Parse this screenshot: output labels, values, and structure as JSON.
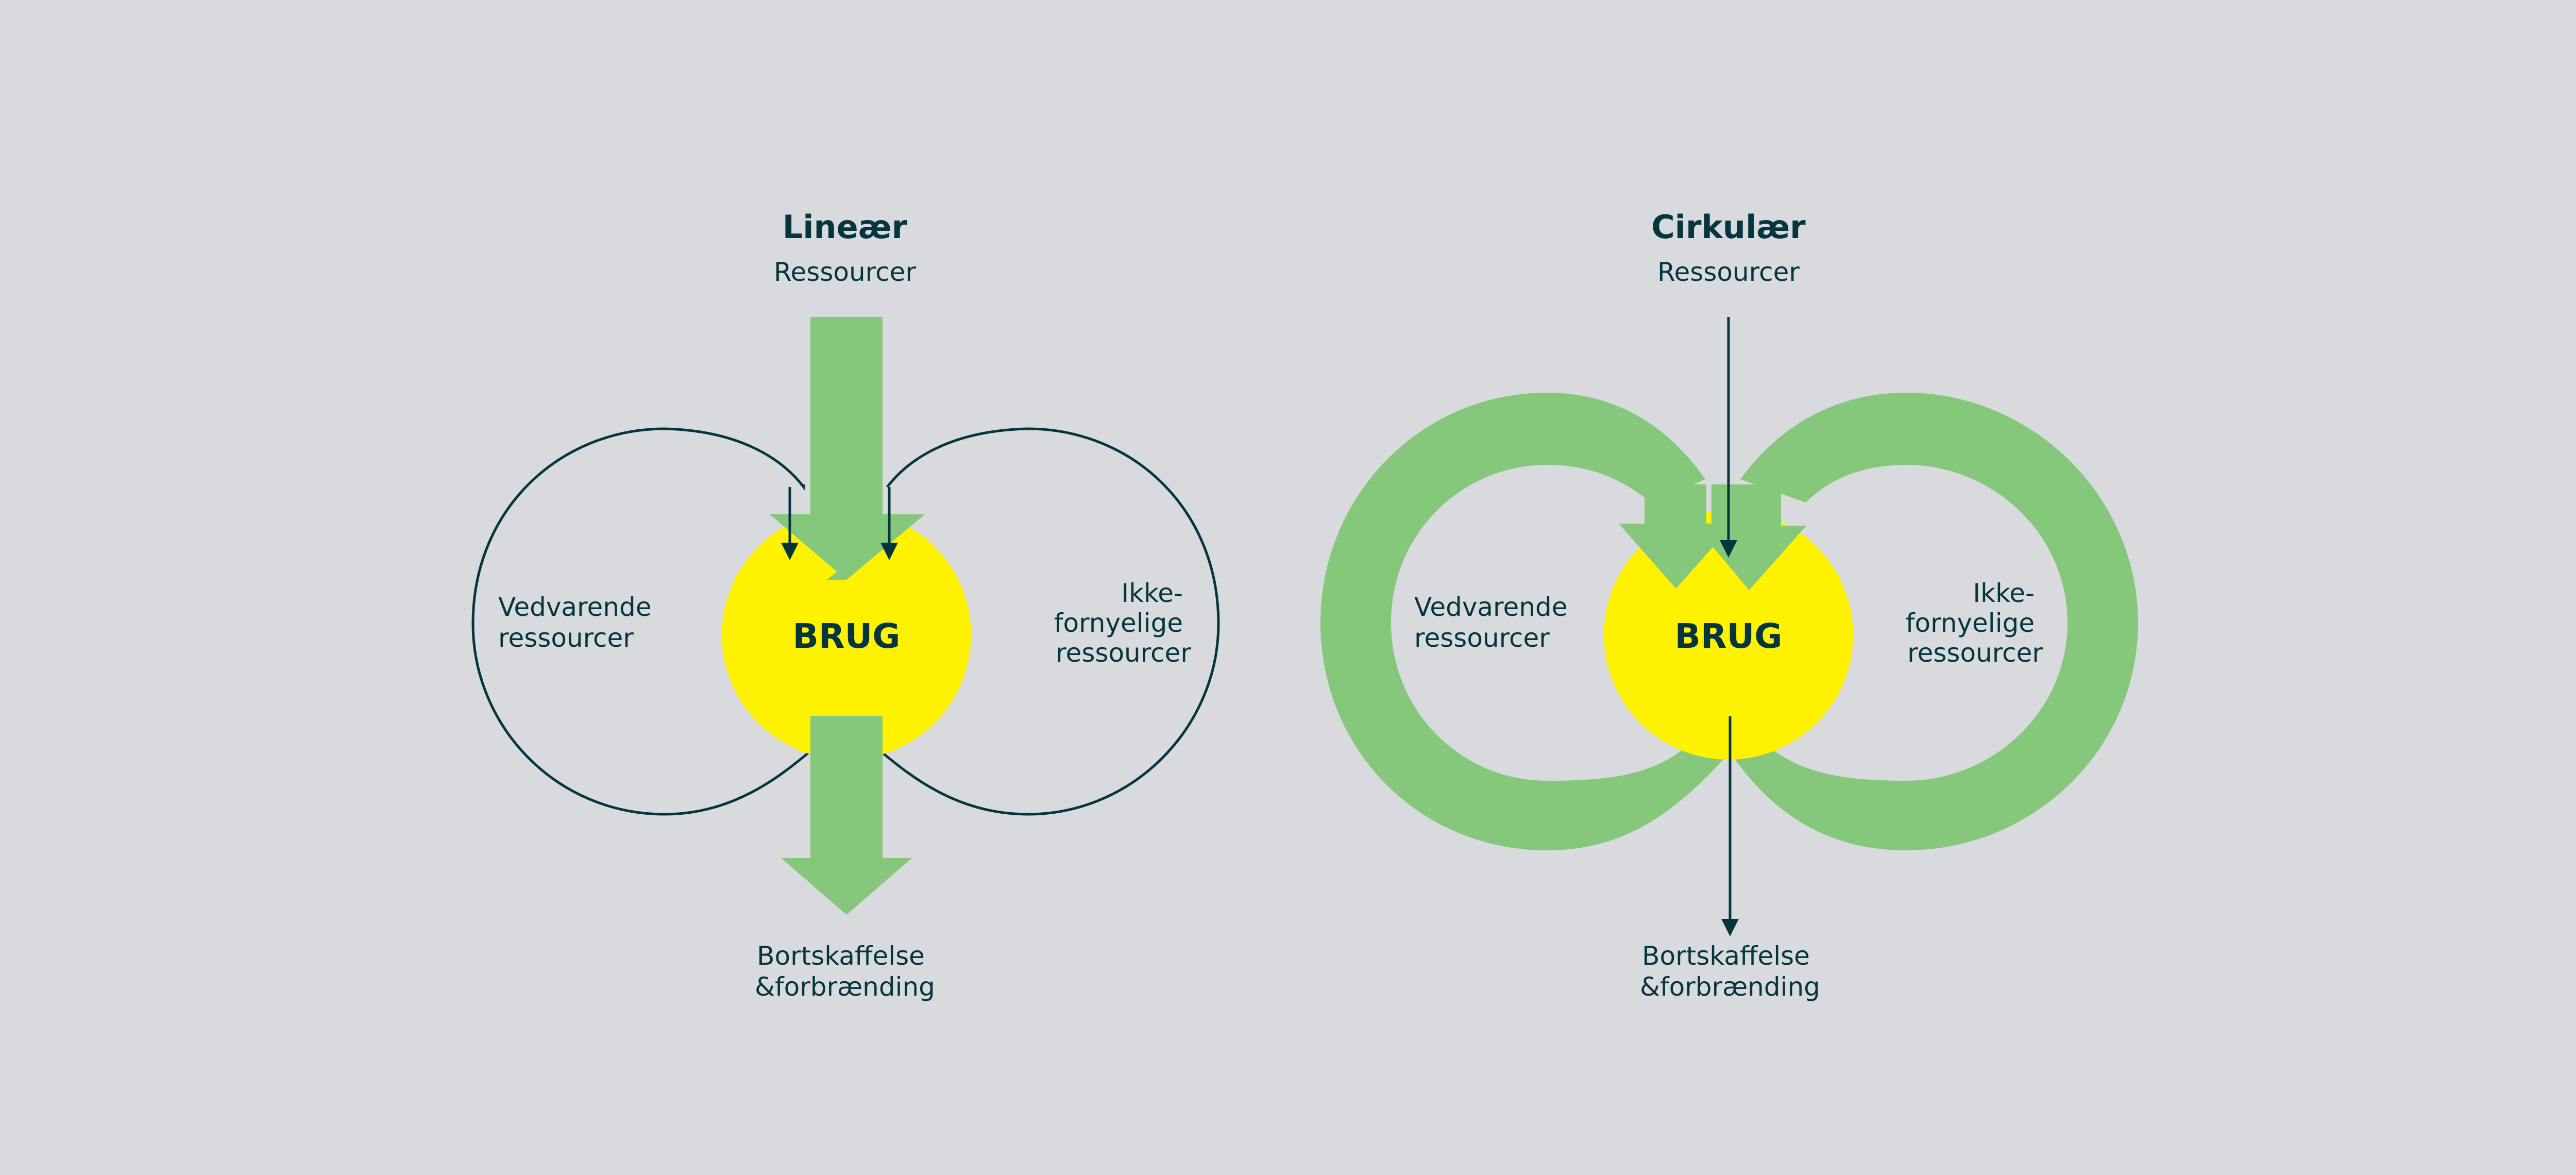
{
  "colors": {
    "background": "#d9dadd",
    "green": "#85c77b",
    "yellow": "#fff200",
    "ink": "#053640"
  },
  "diagrams": [
    {
      "id": "linear",
      "title": "Lineær",
      "input_label": "Ressourcer",
      "center_label": "BRUG",
      "left_label": [
        "Vedvarende",
        "ressourcer"
      ],
      "right_label": [
        "Ikke-",
        "fornyelige",
        "ressourcer"
      ],
      "output_label": [
        "Bortskaffelse",
        "&forbrænding"
      ]
    },
    {
      "id": "circular",
      "title": "Cirkulær",
      "input_label": "Ressourcer",
      "center_label": "BRUG",
      "left_label": [
        "Vedvarende",
        "ressourcer"
      ],
      "right_label": [
        "Ikke-",
        "fornyelige",
        "ressourcer"
      ],
      "output_label": [
        "Bortskaffelse",
        "&forbrænding"
      ]
    }
  ]
}
